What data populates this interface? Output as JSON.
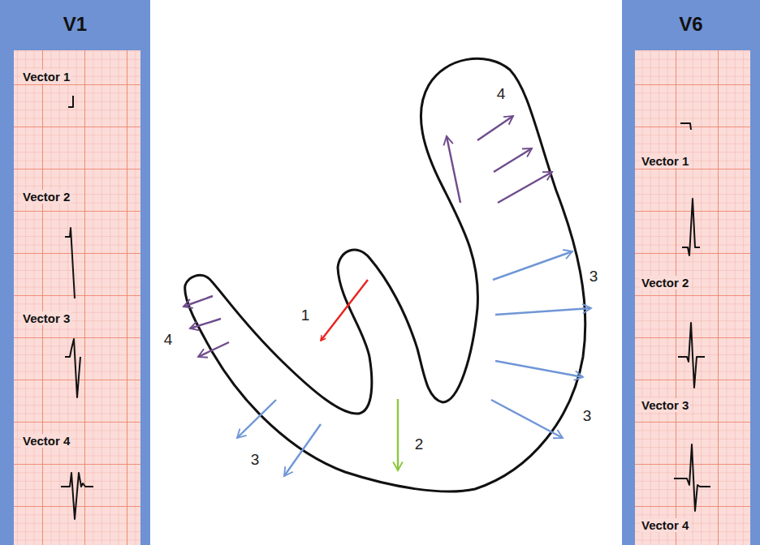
{
  "diagram": {
    "nodes": [
      {
        "text": [
          "V1",
          "Vector 1",
          "Vector 2",
          "Vector 3",
          "Vector 4"
        ]
      },
      {
        "text": [
          "V6",
          "Vector 1",
          "Vector 2",
          "Vector 3",
          "Vector 4"
        ]
      }
    ],
    "labels": [
      "4",
      "3",
      "1",
      "4",
      "3",
      "2",
      "3"
    ]
  }
}
